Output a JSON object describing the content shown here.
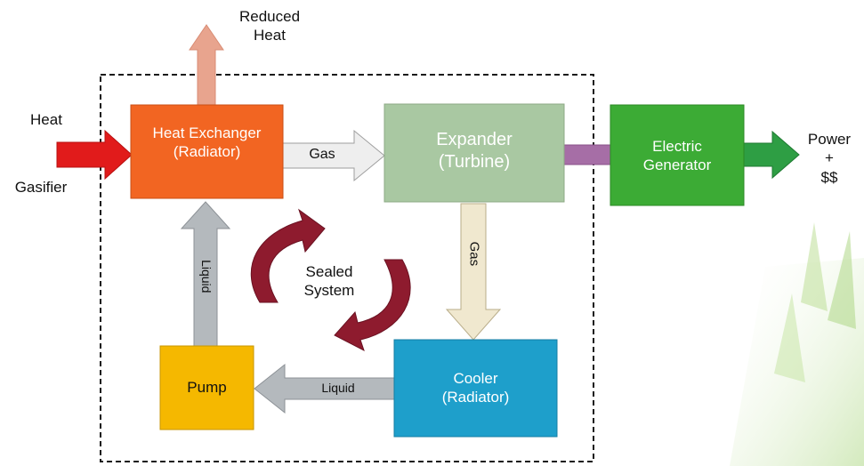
{
  "outside": {
    "reduced_heat": [
      "Reduced",
      "Heat"
    ],
    "heat": "Heat",
    "gasifier": "Gasifier",
    "power": [
      "Power",
      "+",
      "$$"
    ]
  },
  "boxes": {
    "heat_exchanger": [
      "Heat Exchanger",
      "(Radiator)"
    ],
    "expander": [
      "Expander",
      "(Turbine)"
    ],
    "generator": [
      "Electric",
      "Generator"
    ],
    "cooler": [
      "Cooler",
      "(Radiator)"
    ],
    "pump": "Pump"
  },
  "flows": {
    "gas_top": "Gas",
    "gas_down": "Gas",
    "liquid_left": "Liquid",
    "liquid_up": "Liquid"
  },
  "center": {
    "label": [
      "Sealed",
      "System"
    ]
  },
  "colors": {
    "heat_exchanger": "#f26522",
    "expander": "#a9c8a2",
    "generator": "#3cab35",
    "cooler": "#1e9fcb",
    "pump": "#f5b800",
    "heat_in_arrow": "#e11b1b",
    "reduced_heat_arrow": "#e8a48e",
    "power_arrow": "#2e9e44",
    "gas_arrow": "#eeeeee",
    "gas_down_arrow": "#f0e8cf",
    "liquid_arrow": "#b4b9bd",
    "shaft": "#a66ea6",
    "cycle_arrow": "#8e1b2e"
  }
}
